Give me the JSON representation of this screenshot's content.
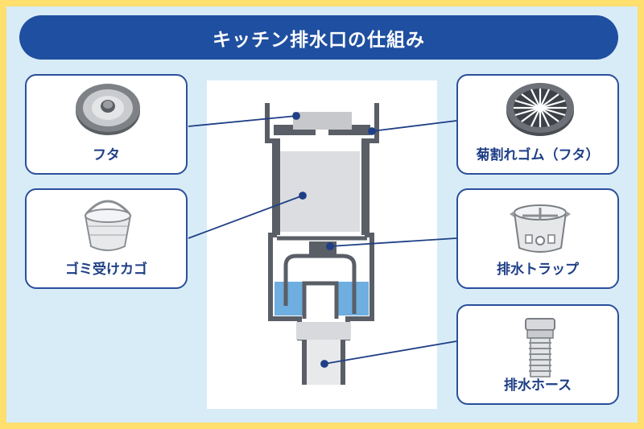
{
  "title": "キッチン排水口の仕組み",
  "parts": {
    "lid": "フタ",
    "rubber_lid": "菊割れゴム（フタ）",
    "basket": "ゴミ受けカゴ",
    "trap": "排水トラップ",
    "hose": "排水ホース"
  },
  "colors": {
    "frame": "#ffdf6e",
    "background": "#d8ecf8",
    "title_bar": "#1f4fa0",
    "card_border": "#2a4f9a",
    "water": "#6eaee0",
    "pipe_wall": "#5a5e66"
  }
}
